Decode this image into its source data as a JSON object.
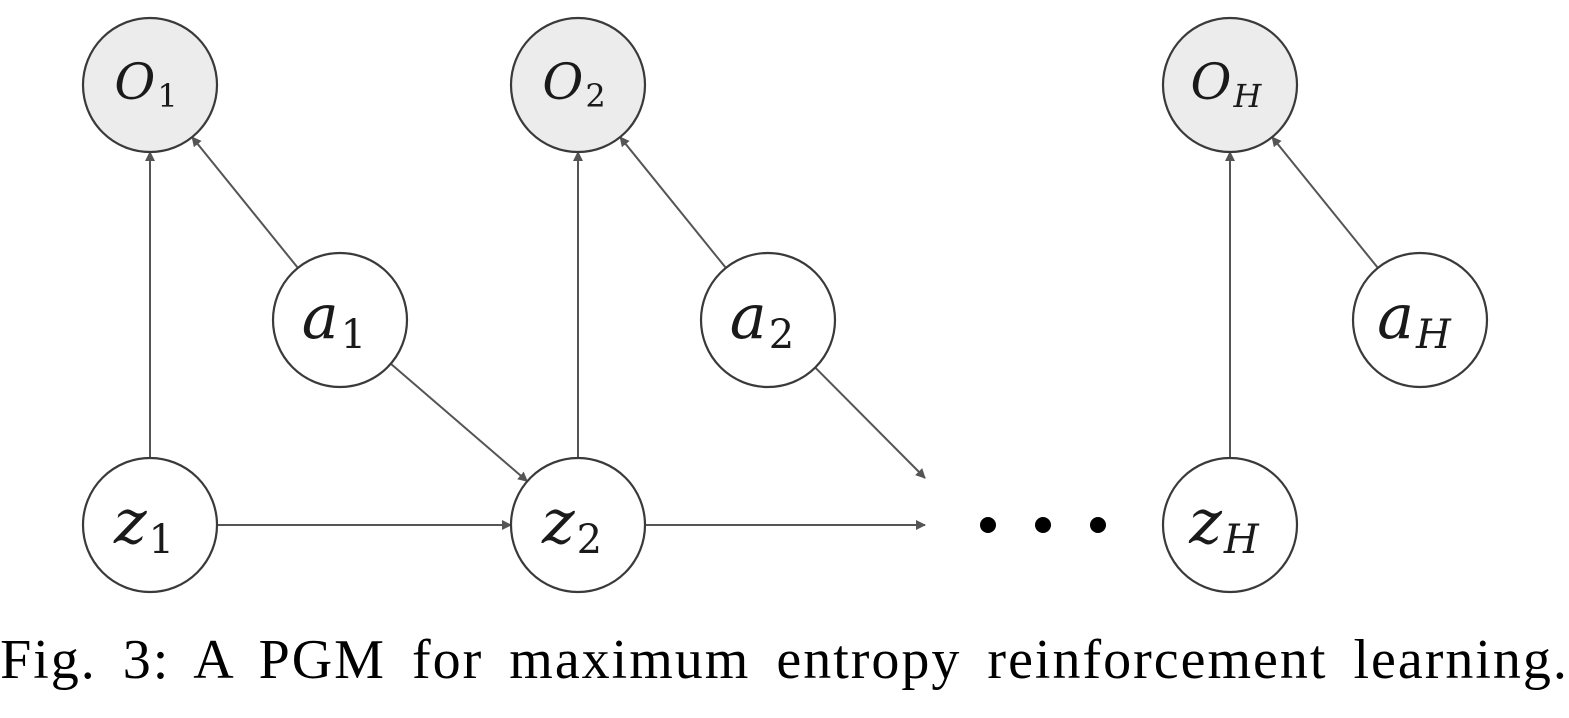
{
  "colors": {
    "observed_fill": "#ececec",
    "latent_fill": "#ffffff",
    "stroke": "#3a3a3a",
    "edge": "#555555",
    "ellipsis": "#000000"
  },
  "nodes": [
    {
      "id": "O1",
      "base": "O",
      "sub": "1",
      "observed": true
    },
    {
      "id": "O2",
      "base": "O",
      "sub": "2",
      "observed": true
    },
    {
      "id": "OH",
      "base": "O",
      "sub": "H",
      "observed": true
    },
    {
      "id": "a1",
      "base": "a",
      "sub": "1",
      "observed": false
    },
    {
      "id": "a2",
      "base": "a",
      "sub": "2",
      "observed": false
    },
    {
      "id": "aH",
      "base": "a",
      "sub": "H",
      "observed": false
    },
    {
      "id": "z1",
      "base": "z",
      "sub": "1",
      "observed": false
    },
    {
      "id": "z2",
      "base": "z",
      "sub": "2",
      "observed": false
    },
    {
      "id": "zH",
      "base": "z",
      "sub": "H",
      "observed": false
    }
  ],
  "edges": [
    {
      "from": "z1",
      "to": "O1"
    },
    {
      "from": "a1",
      "to": "O1"
    },
    {
      "from": "z2",
      "to": "O2"
    },
    {
      "from": "a2",
      "to": "O2"
    },
    {
      "from": "zH",
      "to": "OH"
    },
    {
      "from": "aH",
      "to": "OH"
    },
    {
      "from": "z1",
      "to": "z2"
    },
    {
      "from": "a1",
      "to": "z2"
    },
    {
      "from": "z2",
      "to": "ellipsis"
    },
    {
      "from": "a2",
      "to": "ellipsis"
    }
  ],
  "caption": "Fig. 3: A PGM for maximum entropy reinforcement learning."
}
